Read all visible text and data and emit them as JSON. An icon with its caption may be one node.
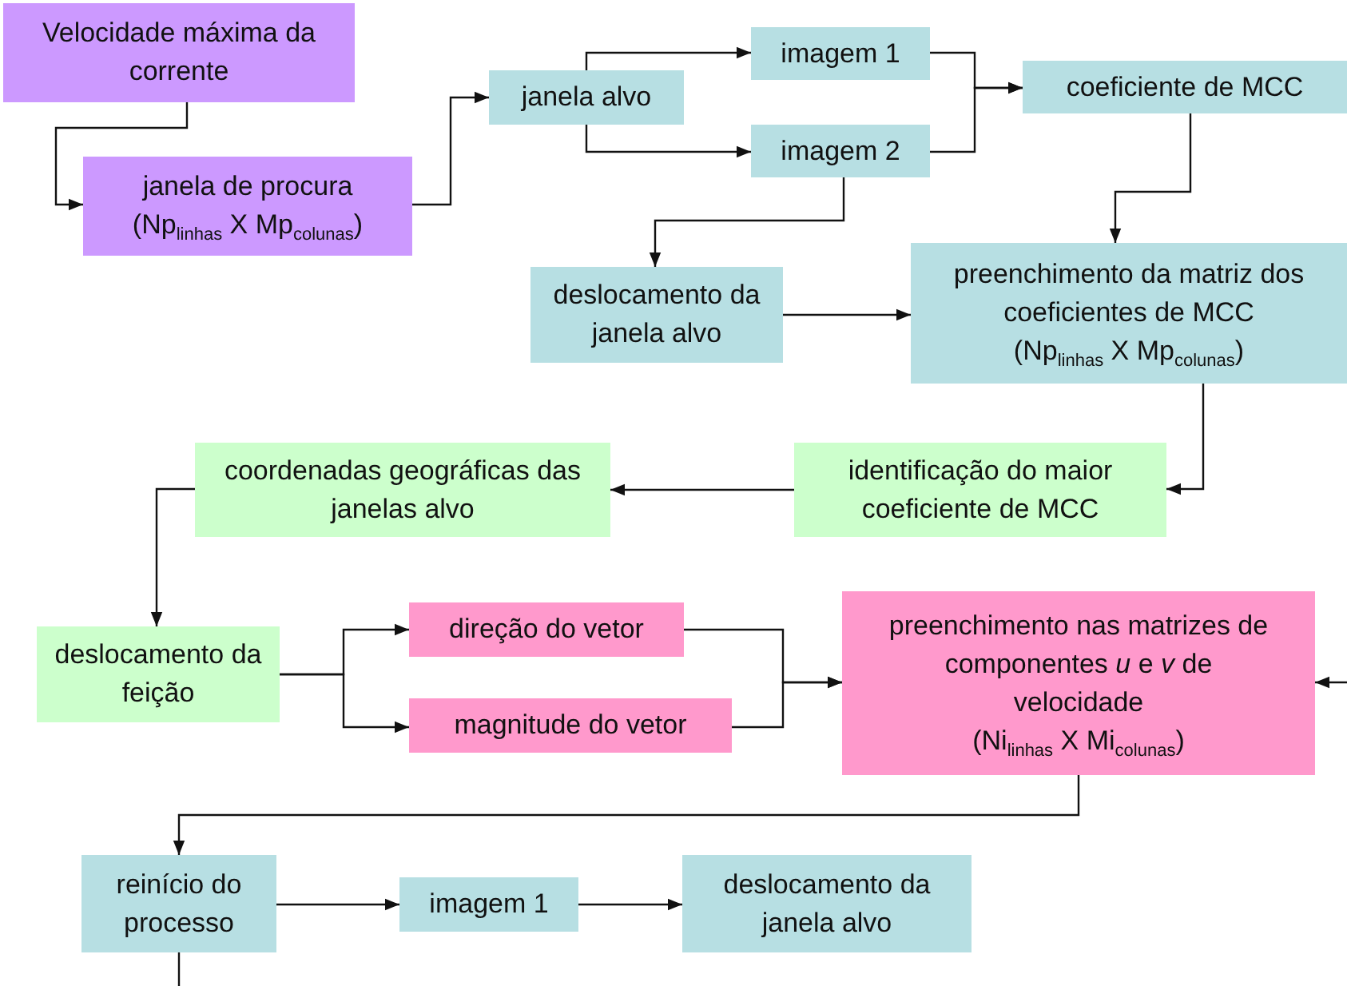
{
  "diagram": {
    "nodes": [
      {
        "text": [
          "Velocidade máxima da corrente"
        ]
      },
      {
        "text": [
          "janela de procura",
          "(Np$_{linhas}$ X Mp$_{colunas}$)"
        ]
      },
      {
        "text": [
          "janela alvo"
        ]
      },
      {
        "text": [
          "imagem 1"
        ]
      },
      {
        "text": [
          "imagem 2"
        ]
      },
      {
        "text": [
          "coeficiente de MCC"
        ]
      },
      {
        "text": [
          "deslocamento da janela alvo"
        ]
      },
      {
        "text": [
          "preenchimento da matriz dos coeficientes de MCC",
          "(Np$_{linhas}$ X Mp$_{colunas}$)"
        ]
      },
      {
        "text": [
          "identificação do maior coeficiente de MCC"
        ]
      },
      {
        "text": [
          "coordenadas geográficas das janelas alvo"
        ]
      },
      {
        "text": [
          "deslocamento da feição"
        ]
      },
      {
        "text": [
          "direção do vetor"
        ]
      },
      {
        "text": [
          "magnitude do vetor"
        ]
      },
      {
        "text": [
          "preenchimento nas matrizes de componentes *u* e *v* de velocidade",
          "(Ni$_{linhas}$ X Mi$_{colunas}$)"
        ]
      },
      {
        "text": [
          "reinício do processo"
        ]
      },
      {
        "text": [
          "imagem 1"
        ]
      },
      {
        "text": [
          "deslocamento da janela alvo"
        ]
      }
    ],
    "edges": [
      {
        "from": 0,
        "to": 1,
        "arrow": "to"
      },
      {
        "from": 1,
        "to": 2,
        "arrow": "to"
      },
      {
        "from": 2,
        "to": 3,
        "arrow": "to"
      },
      {
        "from": 2,
        "to": 4,
        "arrow": "to"
      },
      {
        "from": 3,
        "to": 5,
        "arrow": "to"
      },
      {
        "from": 4,
        "to": 5,
        "arrow": "to"
      },
      {
        "from": 4,
        "to": 6,
        "arrow": "to"
      },
      {
        "from": 5,
        "to": 7,
        "arrow": "to"
      },
      {
        "from": 6,
        "to": 7,
        "arrow": "to"
      },
      {
        "from": 7,
        "to": 8,
        "arrow": "to"
      },
      {
        "from": 8,
        "to": 9,
        "arrow": "to"
      },
      {
        "from": 9,
        "to": 10,
        "arrow": "to"
      },
      {
        "from": 10,
        "to": 11,
        "arrow": "to"
      },
      {
        "from": 10,
        "to": 12,
        "arrow": "to"
      },
      {
        "from": 11,
        "to": 13,
        "arrow": "to"
      },
      {
        "from": 12,
        "to": 13,
        "arrow": "to"
      },
      {
        "from": 13,
        "to": 14,
        "arrow": "to"
      },
      {
        "from": 14,
        "to": 15,
        "arrow": "to"
      },
      {
        "from": 15,
        "to": 16,
        "arrow": "to"
      },
      {
        "from": null,
        "to": 13,
        "arrow": "to"
      },
      {
        "from": 14,
        "to": null,
        "arrow": "none"
      }
    ]
  }
}
